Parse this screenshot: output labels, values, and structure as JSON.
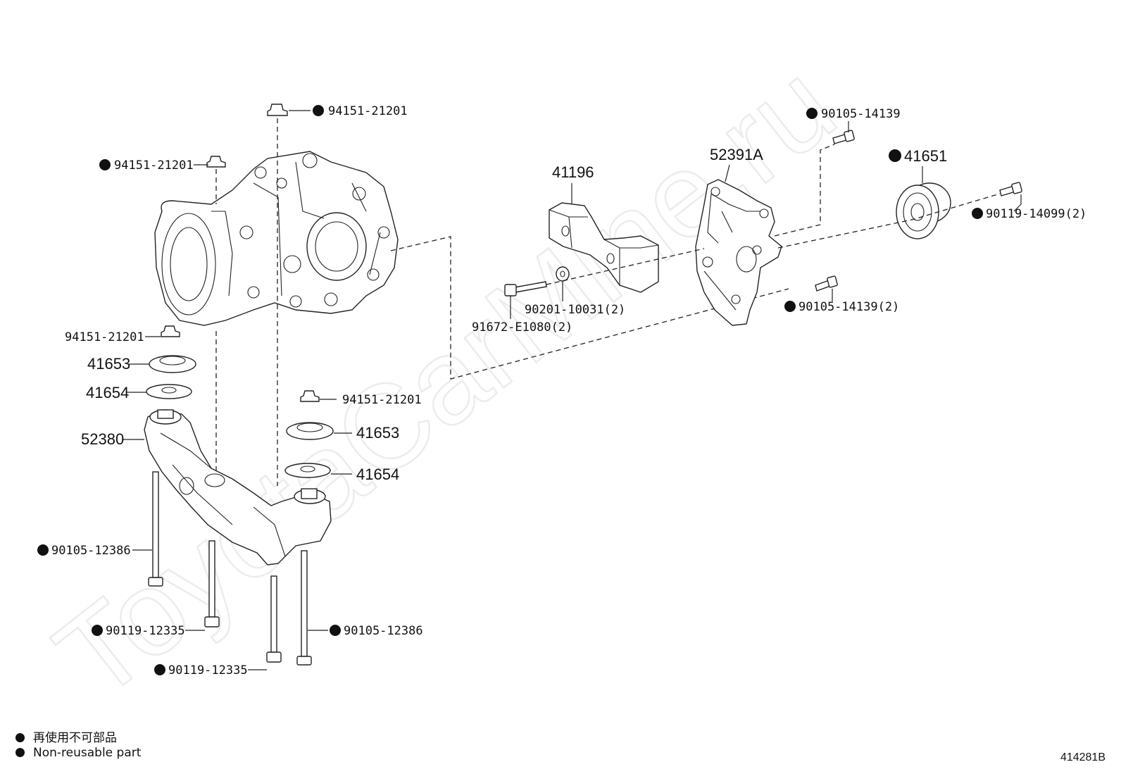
{
  "watermark": "ToyotaCarMine.ru",
  "labels": {
    "cap_top": "94151-21201",
    "cap_left": "94151-21201",
    "cap_mid": "94151-21201",
    "cap_right": "94151-21201",
    "ins_41653_l": "41653",
    "ins_41654_l": "41654",
    "ins_41653_r": "41653",
    "ins_41654_r": "41654",
    "bracket": "52380",
    "bolt_a": "90105-12386",
    "bolt_b": "90119-12335",
    "bolt_c": "90119-12335",
    "bolt_d": "90105-12386",
    "stopper": "41196",
    "mount_bracket": "52391A",
    "bolt_top": "90105-14139",
    "bushing": "41651",
    "bolt_bushing": "90119-14099(2)",
    "bolt_mount": "90105-14139(2)",
    "washer": "90201-10031(2)",
    "bolt_stopper": "91672-E1080(2)"
  },
  "legend": {
    "line1": "再使用不可部品",
    "line2": "Non-reusable part"
  },
  "reference": "414281B"
}
